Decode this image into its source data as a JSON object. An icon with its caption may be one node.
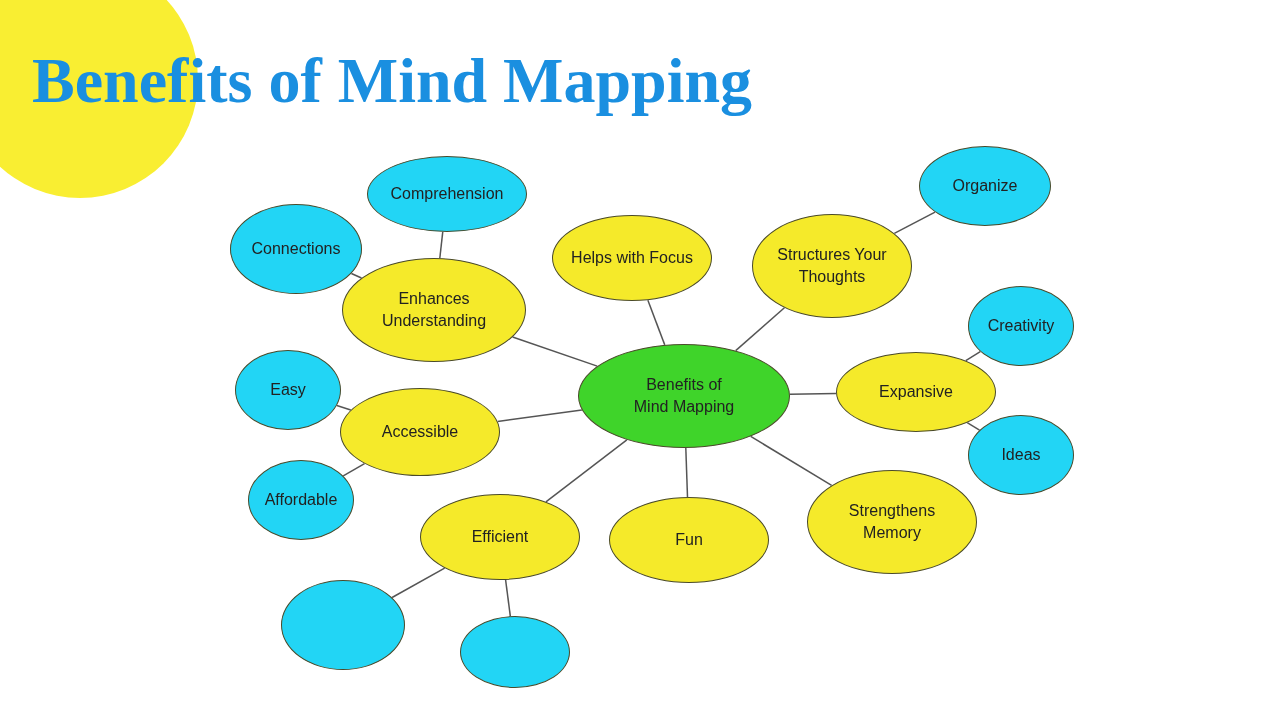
{
  "diagram": {
    "title": "Benefits of Mind Mapping",
    "nodes": [
      {
        "text": [
          "Benefits of Mind Mapping"
        ]
      },
      {
        "text": [
          "Comprehension"
        ]
      },
      {
        "text": [
          "Connections"
        ]
      },
      {
        "text": [
          "Enhances Understanding"
        ]
      },
      {
        "text": [
          "Helps with Focus"
        ]
      },
      {
        "text": [
          "Organize"
        ]
      },
      {
        "text": [
          "Structures Your Thoughts"
        ]
      },
      {
        "text": [
          "Creativity"
        ]
      },
      {
        "text": [
          "Easy"
        ]
      },
      {
        "text": [
          "Expansive"
        ]
      },
      {
        "text": [
          "Accessible"
        ]
      },
      {
        "text": [
          "Ideas"
        ]
      },
      {
        "text": [
          "Affordable"
        ]
      },
      {
        "text": [
          "Strengthens Memory"
        ]
      },
      {
        "text": [
          "Efficient"
        ]
      },
      {
        "text": [
          "Fun"
        ]
      },
      {
        "text": [],
        "shape": "circle"
      },
      {
        "text": [],
        "shape": "circle"
      }
    ],
    "edges": [
      {
        "from": 0,
        "to": 3,
        "arrow": "none"
      },
      {
        "from": 0,
        "to": 4,
        "arrow": "none"
      },
      {
        "from": 0,
        "to": 6,
        "arrow": "none"
      },
      {
        "from": 0,
        "to": 9,
        "arrow": "none"
      },
      {
        "from": 0,
        "to": 10,
        "arrow": "none"
      },
      {
        "from": 0,
        "to": 13,
        "arrow": "none"
      },
      {
        "from": 0,
        "to": 14,
        "arrow": "none"
      },
      {
        "from": 0,
        "to": 15,
        "arrow": "none"
      },
      {
        "from": 3,
        "to": 1,
        "arrow": "none"
      },
      {
        "from": 3,
        "to": 2,
        "arrow": "none"
      },
      {
        "from": 6,
        "to": 5,
        "arrow": "none"
      },
      {
        "from": 9,
        "to": 7,
        "arrow": "none"
      },
      {
        "from": 9,
        "to": 11,
        "arrow": "none"
      },
      {
        "from": 10,
        "to": 8,
        "arrow": "none"
      },
      {
        "from": 10,
        "to": 12,
        "arrow": "none"
      },
      {
        "from": 14,
        "to": 16,
        "arrow": "none"
      },
      {
        "from": 14,
        "to": 17,
        "arrow": "none"
      }
    ]
  }
}
